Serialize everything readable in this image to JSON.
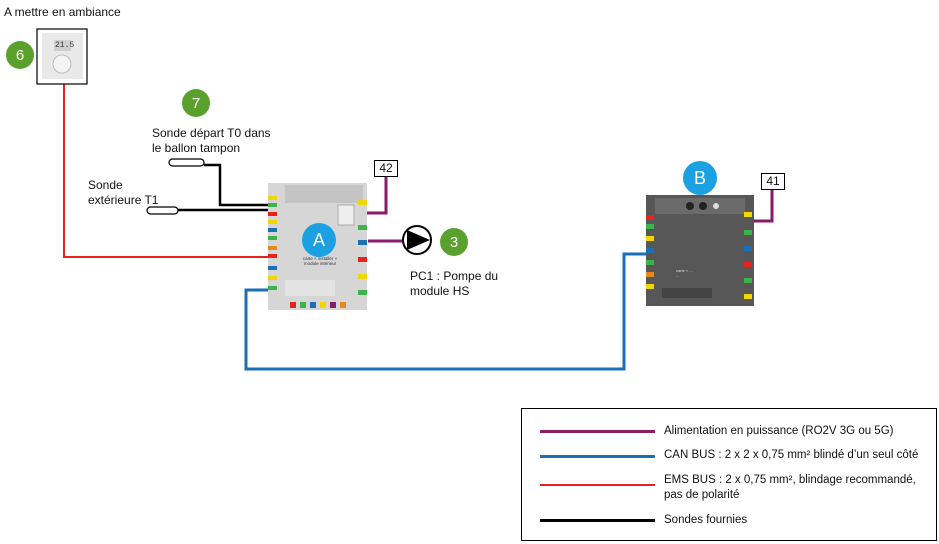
{
  "labels": {
    "ambiance": "A mettre en ambiance",
    "sonde_depart": "Sonde départ T0 dans\nle ballon tampon",
    "sonde_ext": "Sonde\nextérieure T1",
    "pump": "PC1 : Pompe du\nmodule HS"
  },
  "badges": {
    "b6": "6",
    "b7": "7",
    "b3": "3",
    "bA": "A",
    "bB": "B"
  },
  "terminals": {
    "t42": "42",
    "t41": "41"
  },
  "thermostat": {
    "display": "21.5"
  },
  "module_a": {
    "caption": "carte « installer »\nmodule intérieur"
  },
  "module_b": {
    "caption": "carte « ...\n..."
  },
  "colors": {
    "power": "#8b1a6b",
    "can": "#1a6fb5",
    "ems": "#e8231b",
    "sensor": "#000000"
  },
  "legend": [
    {
      "text": "Alimentation en puissance (RO2V 3G ou 5G)",
      "color": "#8b1a6b"
    },
    {
      "text": "CAN BUS : 2 x 2 x 0,75 mm² blindé d’un seul côté",
      "color": "#1a6fb5"
    },
    {
      "text": "EMS BUS : 2 x 0,75 mm², blindage recommandé,\npas de polarité",
      "color": "#e8231b"
    },
    {
      "text": "Sondes fournies",
      "color": "#000000"
    }
  ]
}
